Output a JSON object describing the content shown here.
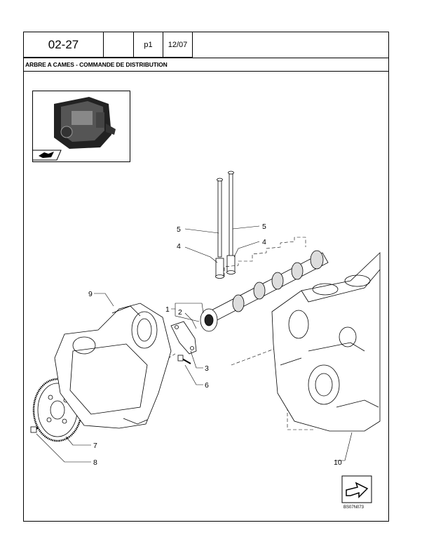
{
  "header": {
    "section_code": "02-27",
    "page": "p1",
    "date": "12/07"
  },
  "title": "ARBRE A CAMES - COMMANDE DE DISTRIBUTION",
  "callouts": {
    "c1": "1",
    "c2": "2",
    "c3": "3",
    "c4a": "4",
    "c4b": "4",
    "c5a": "5",
    "c5b": "5",
    "c6": "6",
    "c7": "7",
    "c8": "8",
    "c9": "9",
    "c10": "10"
  },
  "reference_code": "BS07N073"
}
